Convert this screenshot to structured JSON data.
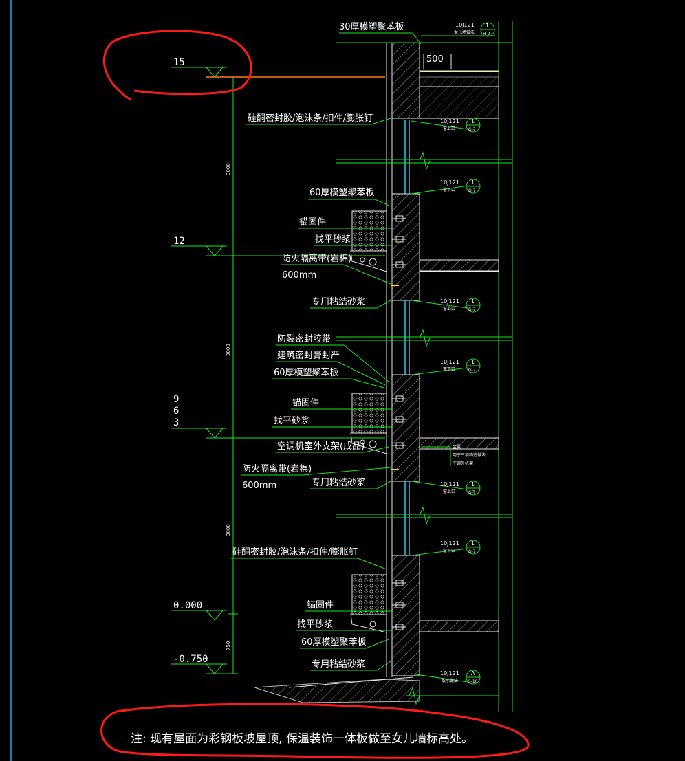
{
  "elevations": {
    "e15": "15",
    "e12": "12",
    "e963a": "9",
    "e963b": "6",
    "e963c": "3",
    "e0": "0.000",
    "em075": "-0.750"
  },
  "dimensions": {
    "d1": "3000",
    "d2": "3000",
    "d3": "3000",
    "d4": "750",
    "d500": "500"
  },
  "labels": {
    "top_board": "30厚模塑聚苯板",
    "seal1": "硅酮密封胶/泡沫条/扣件/膨胀钉",
    "board60_1": "60厚模塑聚苯板",
    "anchor1": "锚固件",
    "mortar1": "找平砂浆",
    "fire1": "防火隔离带(岩棉)",
    "fire1_size": "600mm",
    "bond1": "专用粘结砂浆",
    "crack_tape": "防裂密封胶带",
    "building_seal": "建筑密封膏封严",
    "board60_2": "60厚模塑聚苯板",
    "anchor2": "锚固件",
    "mortar2": "找平砂浆",
    "ac_bracket": "空调机室外支架(成品)",
    "fire2": "防火隔离带(岩棉)",
    "fire2_size": "600mm",
    "bond2": "专用粘结砂浆",
    "seal2": "硅酮密封胶/泡沫条/扣件/膨胀钉",
    "anchor3": "锚固件",
    "mortar3": "找平砂浆",
    "board60_3": "60厚模塑聚苯板",
    "bond3": "专用粘结砂浆"
  },
  "refs": [
    {
      "code": "10J121",
      "num": "1",
      "sheet": "H-2",
      "desc": "女儿墙做法"
    },
    {
      "code": "10J121",
      "num": "1",
      "sheet": "G-7",
      "desc": "窗上口"
    },
    {
      "code": "10J121",
      "num": "1",
      "sheet": "G-7",
      "desc": "窗下口"
    },
    {
      "code": "10J121",
      "num": "1",
      "sheet": "G-7",
      "desc": "窗上口"
    },
    {
      "code": "10J121",
      "num": "1",
      "sheet": "G-7",
      "desc": "窗下口"
    },
    {
      "code": "10J121",
      "num": "1",
      "sheet": "G-T",
      "desc": "窗上口"
    },
    {
      "code": "10J121",
      "num": "1",
      "sheet": "G-7",
      "desc": "窗下口"
    },
    {
      "code": "10J121",
      "num": "A",
      "sheet": "G-10",
      "desc": "散水做法"
    }
  ],
  "small_notes": {
    "n1": "金属",
    "n2": "用于三项构造做法",
    "n3": "空调外机架"
  },
  "note": "注: 现有屋面为彩钢板坡屋顶, 保温装饰一体板做至女儿墙标高处。",
  "colors": {
    "background": "#000000",
    "green_lines": "#17e817",
    "cyan_glass": "#22c8e8",
    "red_markup": "#ff1a1a",
    "orange_line": "#ff7a1a"
  }
}
